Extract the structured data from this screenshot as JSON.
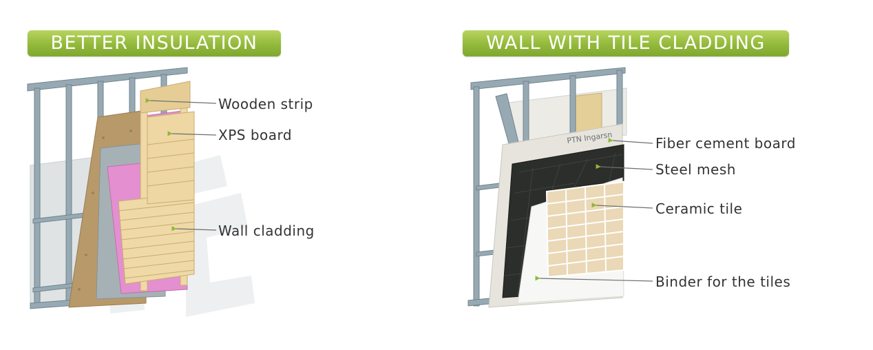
{
  "panels": [
    {
      "title": "BETTER INSULATION",
      "callouts": [
        "Wooden strip",
        "XPS board",
        "Wall cladding"
      ]
    },
    {
      "title": "WALL WITH TILE CLADDING",
      "callouts": [
        "Fiber cement board",
        "Steel mesh",
        "Ceramic tile",
        "Binder for the tiles"
      ],
      "board_print": "PTN Ingarsn"
    }
  ],
  "colors": {
    "title_green": "#93b93b",
    "callout_arrow": "#8fb83a",
    "steel_frame": "#8fa6b0",
    "xps_pink": "#e58fcf",
    "wood": "#e8cf9a",
    "osb": "#b8996a",
    "membrane": "#9aa8ad",
    "mesh": "#2a2c2a",
    "tile": "#ead8b6",
    "fiber_board": "#e7e4dc"
  }
}
